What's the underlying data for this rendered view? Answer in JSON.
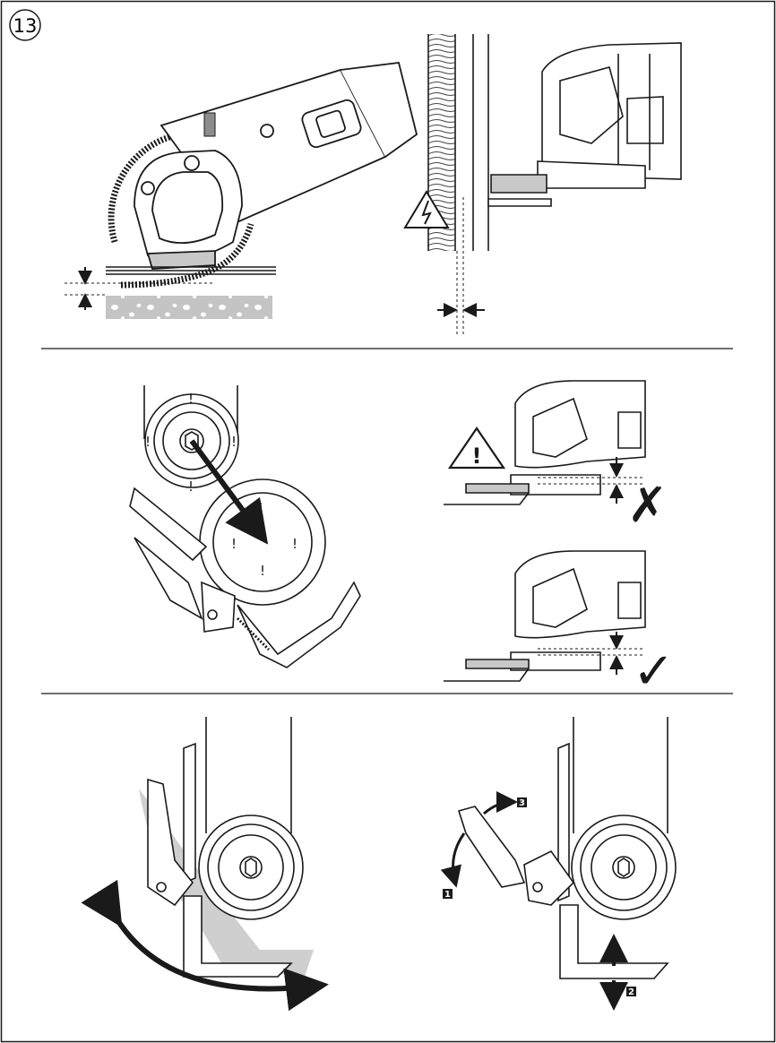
{
  "figure": {
    "number": "13",
    "step_labels": {
      "step1": "1",
      "step2": "2",
      "step3": "3"
    },
    "marks": {
      "notice": "!",
      "wrong": "✗",
      "correct": "✓"
    },
    "colors": {
      "line": "#1a1a1a",
      "gray": "#c8c8c8",
      "dark_gray": "#8c8c8c",
      "shadow": "#cfcfcf"
    }
  }
}
